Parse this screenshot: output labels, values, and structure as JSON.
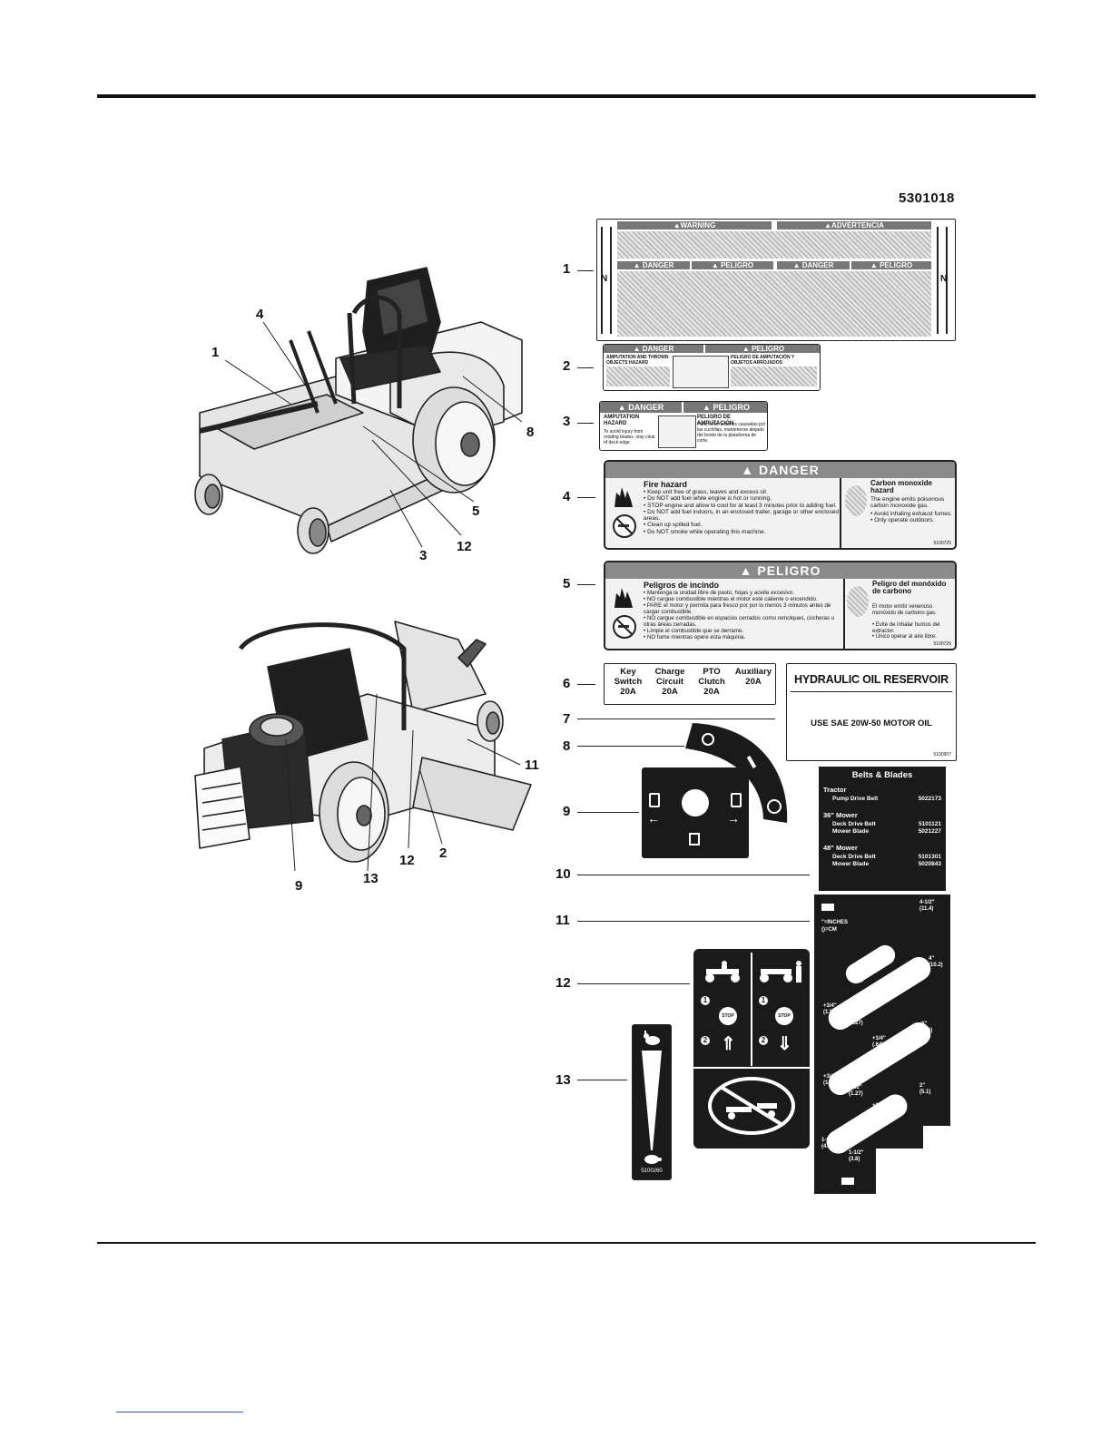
{
  "part_number": "5301018",
  "tractor_callouts_top": [
    "1",
    "3",
    "4",
    "5",
    "8",
    "12"
  ],
  "tractor_callouts_bottom": [
    "2",
    "9",
    "11",
    "12",
    "13"
  ],
  "decal_numbers": [
    "1",
    "2",
    "3",
    "4",
    "5",
    "6",
    "7",
    "8",
    "9",
    "10",
    "11",
    "12",
    "13"
  ],
  "decal1": {
    "warning": "▲WARNING",
    "advertencia": "▲ADVERTENCIA",
    "danger": "▲ DANGER",
    "peligro": "▲ PELIGRO",
    "n": "N"
  },
  "decal2": {
    "danger": "▲ DANGER",
    "peligro": "▲ PELIGRO",
    "left_title": "AMPUTATION AND THROWN OBJECTS HAZARD",
    "right_title": "PELIGRO DE AMPUTACIÓN Y OBJETOS ARROJADOS"
  },
  "decal3": {
    "danger": "▲ DANGER",
    "peligro": "▲ PELIGRO",
    "left_title": "AMPUTATION HAZARD",
    "left_text": "To avoid injury from rotating blades, stay clear of deck edge.",
    "right_title": "PELIGRO DE AMPUTACIÓN",
    "right_text": "Para evitar lesiones causadas por las cuchillas, mantenerse alejado del borde de la plataforma de corte."
  },
  "decal4": {
    "header": "▲ DANGER",
    "fire_title": "Fire hazard",
    "fire_items": [
      "• Keep unit free of grass, leaves and excess oil.",
      "• Do NOT add fuel while engine is hot or running.",
      "• STOP engine and allow to cool for at least 3 minutes prior to adding fuel.",
      "• Do NOT add fuel indoors, in an enclosed trailer, garage or other enclosed areas.",
      "• Clean up spilled fuel.",
      "• Do NOT smoke while operating this machine."
    ],
    "co_title": "Carbon monoxide hazard",
    "co_text": "The engine emits poisonous carbon monoxide gas.",
    "co_items": [
      "• Avoid inhaling exhaust fumes.",
      "• Only operate outdoors."
    ],
    "code": "5100725"
  },
  "decal5": {
    "header": "▲ PELIGRO",
    "fire_title": "Peligros de incindo",
    "fire_items": [
      "• Mantenga la unidad libre de pasto, hojas y aceite excesivo.",
      "• NO cargue combustible mientras el motor esté caliente o encendido.",
      "• PARE el motor y permita para fresco por por lo menos 3 minutos antes de cargar combustible.",
      "• NO cargue combustible en espacios cerrados como remolques, cocheras u otras áreas cerradas.",
      "• Limpie el combustible que se derrame.",
      "• NO fume mientras opere esta máquina."
    ],
    "co_title": "Peligro del monóxido de carbono",
    "co_text": "El motor emitir venenoso monóxido de carbono gas.",
    "co_items": [
      "• Evite de inhalar humos del extractor.",
      "• Único operar al aire libre."
    ],
    "code": "5100726"
  },
  "decal6": {
    "columns": [
      {
        "h1": "Key",
        "h2": "Switch",
        "v": "20A"
      },
      {
        "h1": "Charge",
        "h2": "Circuit",
        "v": "20A"
      },
      {
        "h1": "PTO",
        "h2": "Clutch",
        "v": "20A"
      },
      {
        "h1": "",
        "h2": "Auxiliary",
        "v": "20A"
      }
    ]
  },
  "decal7": {
    "title": "HYDRAULIC OIL RESERVOIR",
    "text": "USE SAE 20W-50 MOTOR OIL",
    "code": "5100907"
  },
  "decal10": {
    "title": "Belts & Blades",
    "sections": [
      {
        "heading": "Tractor",
        "rows": [
          {
            "name": "Pump Drive Belt",
            "pn": "5022173"
          }
        ]
      },
      {
        "heading": "36\" Mower",
        "rows": [
          {
            "name": "Deck Drive Belt",
            "pn": "5101121"
          },
          {
            "name": "Mower Blade",
            "pn": "5021227"
          }
        ]
      },
      {
        "heading": "48\" Mower",
        "rows": [
          {
            "name": "Deck Drive Belt",
            "pn": "5101301"
          },
          {
            "name": "Mower Blade",
            "pn": "5020843"
          }
        ]
      }
    ]
  },
  "decal11": {
    "units1": "\"=INCHES",
    "units2": "()=CM",
    "heights": [
      {
        "in": "4-1/2\"",
        "cm": "(11.4)"
      },
      {
        "in": "4\"",
        "cm": "(10.2)"
      },
      {
        "in": "3\"",
        "cm": "(7.6)"
      },
      {
        "in": "2\"",
        "cm": "(5.1)"
      },
      {
        "in": "1-1/2\"",
        "cm": "(3.8)"
      }
    ],
    "adj": [
      {
        "in": "+1/4\"",
        "cm": "(.64)"
      },
      {
        "in": "+3/4\"",
        "cm": "(1.90)"
      },
      {
        "in": "+1/2\"",
        "cm": "(1.27)"
      },
      {
        "in": "+1/4\"",
        "cm": "(.64)"
      },
      {
        "in": "+3/4\"",
        "cm": "(1.90)"
      },
      {
        "in": "+1/2\"",
        "cm": "(1.27)"
      },
      {
        "in": "+1/4\"",
        "cm": "(.64)"
      },
      {
        "in": "1-3/4\"",
        "cm": "(4.45)"
      }
    ]
  },
  "decal12": {
    "step1": "1",
    "step2": "2",
    "stop": "STOP"
  },
  "decal13": {
    "code": "5100260"
  }
}
